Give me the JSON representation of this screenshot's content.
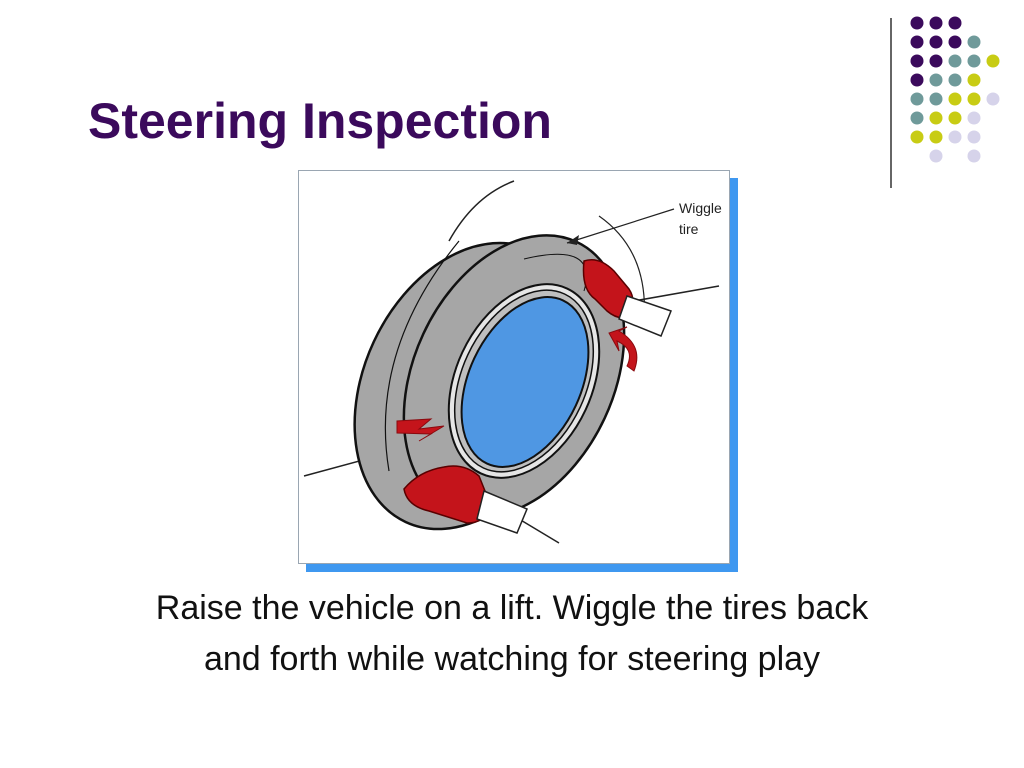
{
  "slide": {
    "title": "Steering Inspection",
    "caption": "Raise the vehicle on a lift. Wiggle the tires back and forth while watching for steering play"
  },
  "figure": {
    "callout_line1": "Wiggle",
    "callout_line2": "tire"
  },
  "colors": {
    "title": "#3b0a5c",
    "dot_purple": "#3b0a5c",
    "dot_teal": "#6f9a9a",
    "dot_yellow": "#c8cc14",
    "dot_lavender": "#d6d3ea",
    "tire_gray": "#a6a6a6",
    "wheel_blue": "#4f97e3",
    "glove_red": "#c4141b",
    "frame_shadow": "#3f98f0"
  },
  "decor": {
    "dot_pattern": [
      [
        "purple",
        "purple",
        "purple",
        "",
        ""
      ],
      [
        "purple",
        "purple",
        "purple",
        "teal",
        ""
      ],
      [
        "purple",
        "purple",
        "teal",
        "teal",
        "yellow"
      ],
      [
        "purple",
        "teal",
        "teal",
        "yellow",
        ""
      ],
      [
        "teal",
        "teal",
        "yellow",
        "yellow",
        "lavender"
      ],
      [
        "teal",
        "yellow",
        "yellow",
        "lavender",
        ""
      ],
      [
        "yellow",
        "yellow",
        "lavender",
        "lavender",
        ""
      ],
      [
        "",
        "lavender",
        "",
        "lavender",
        ""
      ]
    ]
  }
}
